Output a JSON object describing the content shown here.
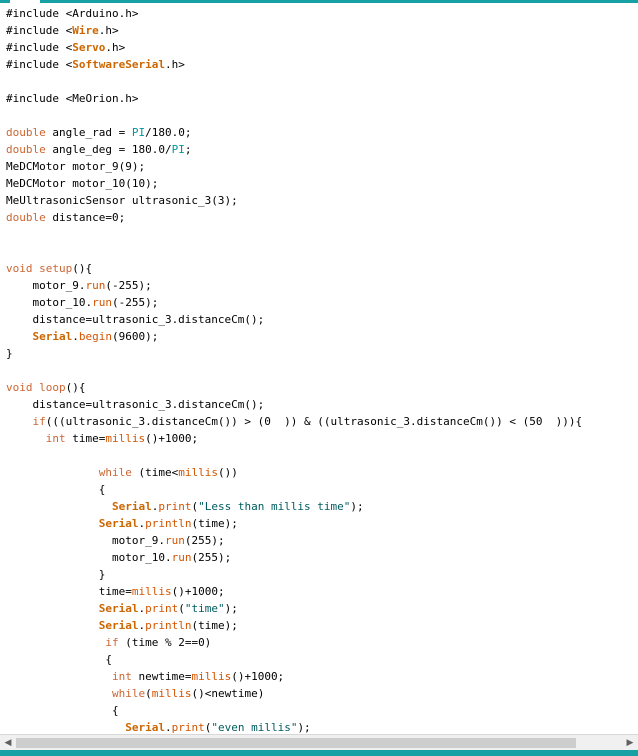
{
  "editor": {
    "lines": [
      [
        {
          "t": "#include <Arduino.h>"
        }
      ],
      [
        {
          "t": "#include <"
        },
        {
          "t": "Wire",
          "c": "cls"
        },
        {
          "t": ".h>"
        }
      ],
      [
        {
          "t": "#include <"
        },
        {
          "t": "Servo",
          "c": "cls"
        },
        {
          "t": ".h>"
        }
      ],
      [
        {
          "t": "#include <"
        },
        {
          "t": "SoftwareSerial",
          "c": "cls"
        },
        {
          "t": ".h>"
        }
      ],
      [],
      [
        {
          "t": "#include <MeOrion.h>"
        }
      ],
      [],
      [
        {
          "t": "double",
          "c": "kw"
        },
        {
          "t": " angle_rad = "
        },
        {
          "t": "PI",
          "c": "const"
        },
        {
          "t": "/180.0;"
        }
      ],
      [
        {
          "t": "double",
          "c": "kw"
        },
        {
          "t": " angle_deg = 180.0/"
        },
        {
          "t": "PI",
          "c": "const"
        },
        {
          "t": ";"
        }
      ],
      [
        {
          "t": "MeDCMotor motor_9(9);"
        }
      ],
      [
        {
          "t": "MeDCMotor motor_10(10);"
        }
      ],
      [
        {
          "t": "MeUltrasonicSensor ultrasonic_3(3);"
        }
      ],
      [
        {
          "t": "double",
          "c": "kw"
        },
        {
          "t": " distance=0;"
        }
      ],
      [],
      [],
      [
        {
          "t": "void",
          "c": "kw"
        },
        {
          "t": " "
        },
        {
          "t": "setup",
          "c": "kw"
        },
        {
          "t": "(){"
        }
      ],
      [
        {
          "t": "    motor_9."
        },
        {
          "t": "run",
          "c": "fn"
        },
        {
          "t": "(-255);"
        }
      ],
      [
        {
          "t": "    motor_10."
        },
        {
          "t": "run",
          "c": "fn"
        },
        {
          "t": "(-255);"
        }
      ],
      [
        {
          "t": "    distance=ultrasonic_3.distanceCm();"
        }
      ],
      [
        {
          "t": "    "
        },
        {
          "t": "Serial",
          "c": "cls"
        },
        {
          "t": "."
        },
        {
          "t": "begin",
          "c": "fn"
        },
        {
          "t": "(9600);"
        }
      ],
      [
        {
          "t": "}"
        }
      ],
      [],
      [
        {
          "t": "void",
          "c": "kw"
        },
        {
          "t": " "
        },
        {
          "t": "loop",
          "c": "kw"
        },
        {
          "t": "(){"
        }
      ],
      [
        {
          "t": "    distance=ultrasonic_3.distanceCm();"
        }
      ],
      [
        {
          "t": "    "
        },
        {
          "t": "if",
          "c": "kw"
        },
        {
          "t": "(((ultrasonic_3.distanceCm()) > (0  )) & ((ultrasonic_3.distanceCm()) < (50  ))){"
        }
      ],
      [
        {
          "t": "      "
        },
        {
          "t": "int",
          "c": "kw"
        },
        {
          "t": " time="
        },
        {
          "t": "millis",
          "c": "fn"
        },
        {
          "t": "()+1000;"
        }
      ],
      [],
      [
        {
          "t": "              "
        },
        {
          "t": "while",
          "c": "kw"
        },
        {
          "t": " (time<"
        },
        {
          "t": "millis",
          "c": "fn"
        },
        {
          "t": "())"
        }
      ],
      [
        {
          "t": "              {"
        }
      ],
      [
        {
          "t": "                "
        },
        {
          "t": "Serial",
          "c": "cls"
        },
        {
          "t": "."
        },
        {
          "t": "print",
          "c": "fn"
        },
        {
          "t": "("
        },
        {
          "t": "\"Less than millis time\"",
          "c": "str"
        },
        {
          "t": ");"
        }
      ],
      [
        {
          "t": "              "
        },
        {
          "t": "Serial",
          "c": "cls"
        },
        {
          "t": "."
        },
        {
          "t": "println",
          "c": "fn"
        },
        {
          "t": "(time);"
        }
      ],
      [
        {
          "t": "                motor_9."
        },
        {
          "t": "run",
          "c": "fn"
        },
        {
          "t": "(255);"
        }
      ],
      [
        {
          "t": "                motor_10."
        },
        {
          "t": "run",
          "c": "fn"
        },
        {
          "t": "(255);"
        }
      ],
      [
        {
          "t": "              }"
        }
      ],
      [
        {
          "t": "              time="
        },
        {
          "t": "millis",
          "c": "fn"
        },
        {
          "t": "()+1000;"
        }
      ],
      [
        {
          "t": "              "
        },
        {
          "t": "Serial",
          "c": "cls"
        },
        {
          "t": "."
        },
        {
          "t": "print",
          "c": "fn"
        },
        {
          "t": "("
        },
        {
          "t": "\"time\"",
          "c": "str"
        },
        {
          "t": ");"
        }
      ],
      [
        {
          "t": "              "
        },
        {
          "t": "Serial",
          "c": "cls"
        },
        {
          "t": "."
        },
        {
          "t": "println",
          "c": "fn"
        },
        {
          "t": "(time);"
        }
      ],
      [
        {
          "t": "               "
        },
        {
          "t": "if",
          "c": "kw"
        },
        {
          "t": " (time % 2==0)"
        }
      ],
      [
        {
          "t": "               {"
        }
      ],
      [
        {
          "t": "                "
        },
        {
          "t": "int",
          "c": "kw"
        },
        {
          "t": " newtime="
        },
        {
          "t": "millis",
          "c": "fn"
        },
        {
          "t": "()+1000;"
        }
      ],
      [
        {
          "t": "                "
        },
        {
          "t": "while",
          "c": "kw"
        },
        {
          "t": "("
        },
        {
          "t": "millis",
          "c": "fn"
        },
        {
          "t": "()<newtime)"
        }
      ],
      [
        {
          "t": "                {"
        }
      ],
      [
        {
          "t": "                  "
        },
        {
          "t": "Serial",
          "c": "cls"
        },
        {
          "t": "."
        },
        {
          "t": "print",
          "c": "fn"
        },
        {
          "t": "("
        },
        {
          "t": "\"even millis\"",
          "c": "str"
        },
        {
          "t": ");"
        }
      ]
    ]
  },
  "scrollbar": {
    "left_arrow_icon": "◀",
    "right_arrow_icon": "▶"
  },
  "colors": {
    "keyword": "#cc6633",
    "function": "#d35400",
    "class": "#cc6600",
    "constant": "#00979c",
    "string": "#005c5f",
    "accent": "#17a1a5"
  }
}
